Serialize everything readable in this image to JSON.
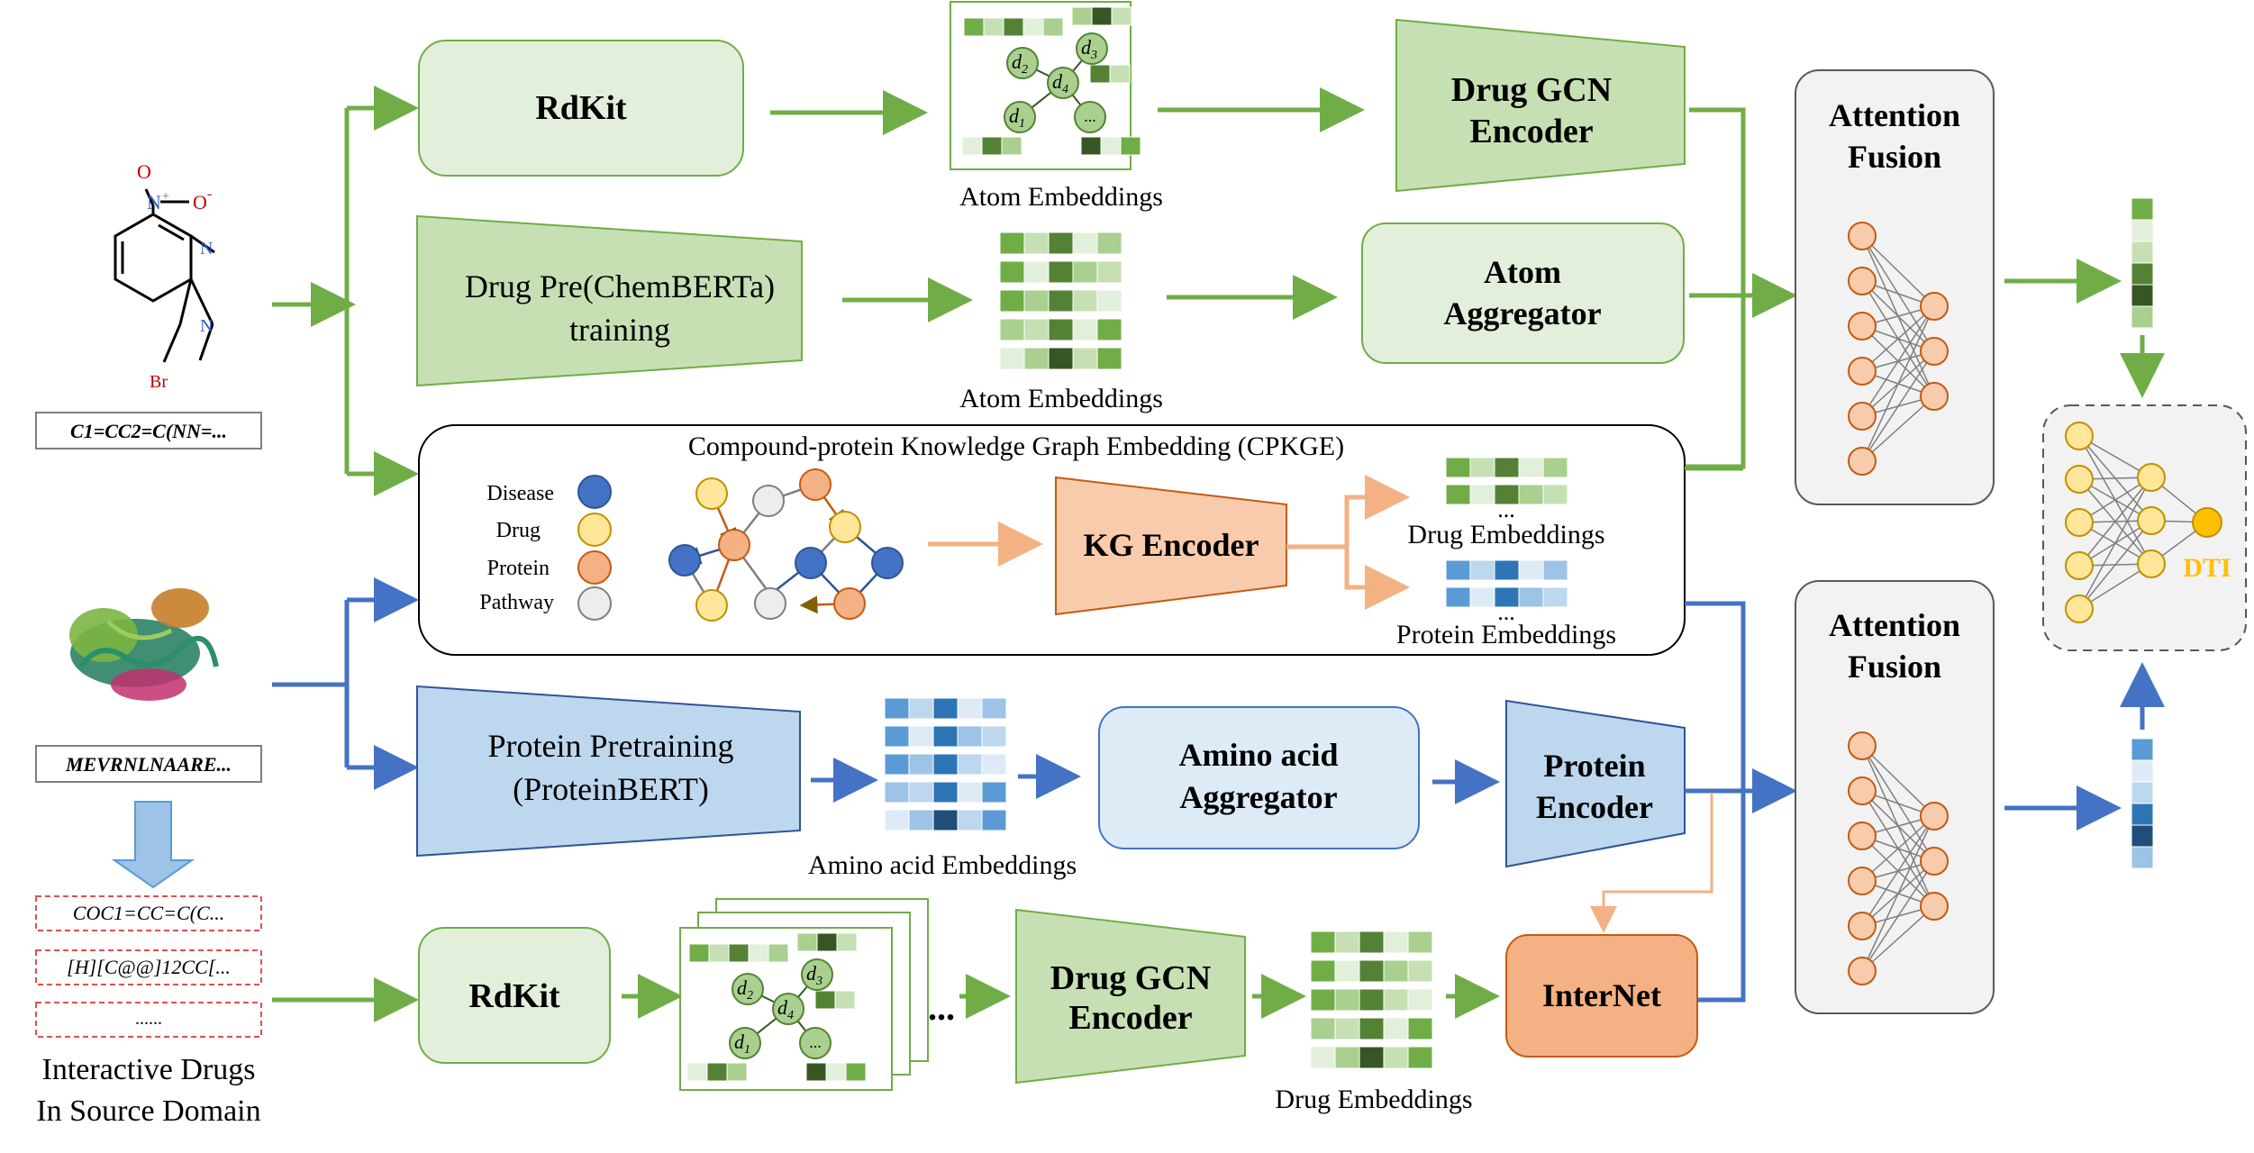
{
  "molecule": {
    "nitro_n": "N",
    "nitro_plus": "+",
    "nitro_o": "O",
    "nitro_o2": "O",
    "nitro_minus": "-",
    "ring_n1": "N",
    "ring_n2": "N",
    "br": "Br",
    "smiles": "C1=CC2=C(NN=..."
  },
  "protein": {
    "sequence": "MEVRNLNAARE..."
  },
  "interactive_drugs": {
    "items": [
      "COC1=CC=C(C...",
      "[H][C@@]12CC[...",
      "......"
    ],
    "title_line1": "Interactive Drugs",
    "title_line2": "In Source Domain"
  },
  "drug_branch": {
    "rdkit_top": "RdKit",
    "atom_embeddings_top": "Atom Embeddings",
    "drug_gcn_top_1": "Drug GCN",
    "drug_gcn_top_2": "Encoder",
    "pretrain_1": "Drug Pre(ChemBERTa)",
    "pretrain_2": "training",
    "atom_embeddings_mid": "Atom Embeddings",
    "atom_agg_1": "Atom",
    "atom_agg_2": "Aggregator"
  },
  "graph_nodes": {
    "d1": "d",
    "d1_sub": "1",
    "d2": "d",
    "d2_sub": "2",
    "d3": "d",
    "d3_sub": "3",
    "d4": "d",
    "d4_sub": "4",
    "ellipsis": "..."
  },
  "cpkge": {
    "title": "Compound-protein Knowledge Graph Embedding (CPKGE)",
    "legend": [
      {
        "label": "Disease",
        "color": "#4472c4"
      },
      {
        "label": "Drug",
        "color": "#ffe699"
      },
      {
        "label": "Protein",
        "color": "#f4b183"
      },
      {
        "label": "Pathway",
        "color": "#d9d9d9"
      }
    ],
    "kg_encoder": "KG Encoder",
    "drug_embeddings": "Drug Embeddings",
    "protein_embeddings": "Protein Embeddings",
    "dots": "..."
  },
  "protein_branch": {
    "pretrain_1": "Protein Pretraining",
    "pretrain_2": "(ProteinBERT)",
    "aa_embeddings": "Amino acid Embeddings",
    "aa_agg_1": "Amino acid",
    "aa_agg_2": "Aggregator",
    "encoder_1": "Protein",
    "encoder_2": "Encoder"
  },
  "source_branch": {
    "rdkit": "RdKit",
    "gcn_1": "Drug GCN",
    "gcn_2": "Encoder",
    "dots": "...",
    "drug_embeddings": "Drug Embeddings",
    "internet": "InterNet"
  },
  "fusion": {
    "top_1": "Attention",
    "top_2": "Fusion",
    "bottom_1": "Attention",
    "bottom_2": "Fusion"
  },
  "output": {
    "dti": "DTI"
  },
  "colors": {
    "green_arrow": "#70ad47",
    "blue_arrow": "#4472c4",
    "orange_arrow": "#f4b183",
    "green_fill": "#e2efda",
    "green_dark_fill": "#c6e0b4",
    "blue_fill": "#ddebf7",
    "blue_dark_fill": "#bdd7ee",
    "orange_fill": "#f8cbad",
    "internet_fill": "#f4b183",
    "fusion_fill": "#f2f2f2"
  }
}
